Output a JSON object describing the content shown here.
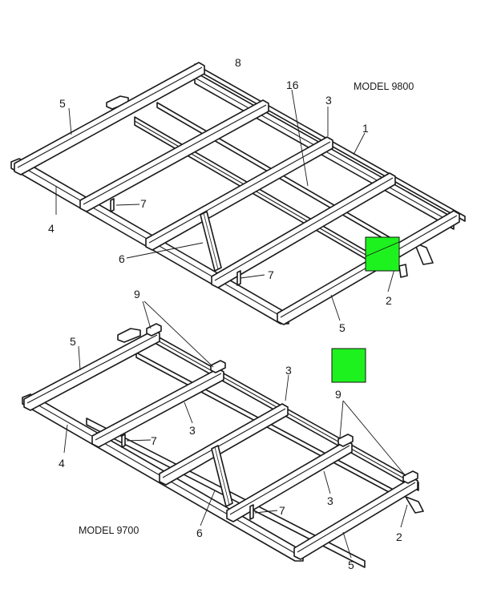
{
  "models": {
    "top": "MODEL 9800",
    "bottom": "MODEL 9700"
  },
  "callouts_top": {
    "c8": "8",
    "c16": "16",
    "c5a": "5",
    "c3": "3",
    "c1": "1",
    "c4": "4",
    "c7a": "7",
    "c6": "6",
    "c7b": "7",
    "c2": "2",
    "c5b": "5"
  },
  "callouts_bottom": {
    "c9a": "9",
    "c5a": "5",
    "c3a": "3",
    "c3b": "3",
    "c9b": "9",
    "c4": "4",
    "c7a": "7",
    "c6": "6",
    "c3c": "3",
    "c7b": "7",
    "c2": "2",
    "c5b": "5"
  },
  "colors": {
    "marker_fill": "#1ef21e",
    "line": "#1a1a1a",
    "background": "#ffffff"
  }
}
